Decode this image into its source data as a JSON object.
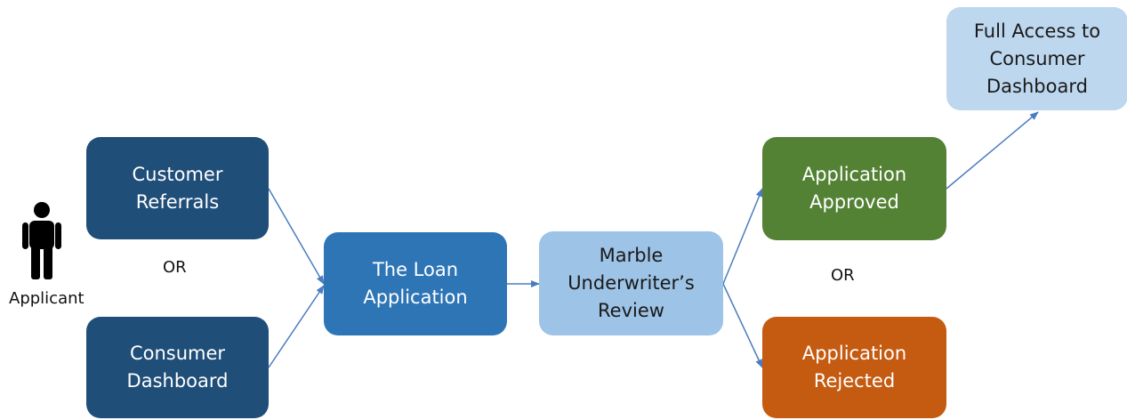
{
  "nodes": {
    "customer_referrals": "Customer\nReferrals",
    "consumer_dashboard": "Consumer\nDashboard",
    "loan_application": "The Loan\nApplication",
    "underwriter_review": "Marble\nUnderwriter’s\nReview",
    "approved": "Application\nApproved",
    "rejected": "Application\nRejected",
    "full_access": "Full Access to\nConsumer\nDashboard"
  },
  "labels": {
    "or_left": "OR",
    "or_right": "OR",
    "applicant": "Applicant"
  },
  "colors": {
    "dark_blue": "#1f4e79",
    "blue": "#2e75b6",
    "light_blue": "#9dc3e6",
    "pale_blue": "#bdd7ee",
    "green": "#548235",
    "orange": "#c55a11",
    "arrow": "#4a7cc0"
  },
  "icons": {
    "applicant": "person-icon"
  }
}
